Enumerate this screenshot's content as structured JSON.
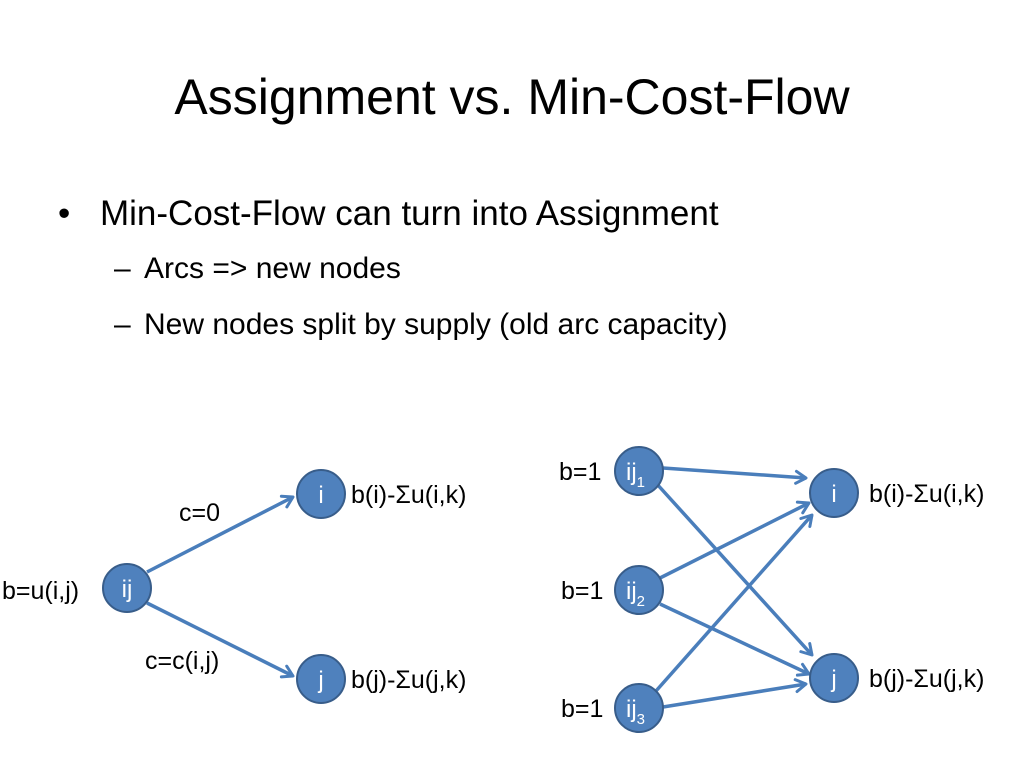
{
  "slide": {
    "title": "Assignment vs. Min-Cost-Flow",
    "bullet": "Min-Cost-Flow can turn into Assignment",
    "subbullets": [
      "Arcs  =>  new nodes",
      "New nodes split by supply (old arc capacity)"
    ]
  },
  "diagram_left": {
    "node_ij": "ij",
    "node_i": "i",
    "node_j": "j",
    "supply_ij": "b=u(i,j)",
    "supply_i": "b(i)-Σu(i,k)",
    "supply_j": "b(j)-Σu(j,k)",
    "cost_upper": "c=0",
    "cost_lower": "c=c(i,j)"
  },
  "diagram_right": {
    "nodes_left": [
      {
        "base": "ij",
        "sub": "1",
        "supply": "b=1"
      },
      {
        "base": "ij",
        "sub": "2",
        "supply": "b=1"
      },
      {
        "base": "ij",
        "sub": "3",
        "supply": "b=1"
      }
    ],
    "node_i": "i",
    "node_j": "j",
    "supply_i": "b(i)-Σu(i,k)",
    "supply_j": "b(j)-Σu(j,k)"
  },
  "colors": {
    "node_fill": "#4f81bd",
    "node_stroke": "#385d8a",
    "arc": "#4a7ebb"
  }
}
